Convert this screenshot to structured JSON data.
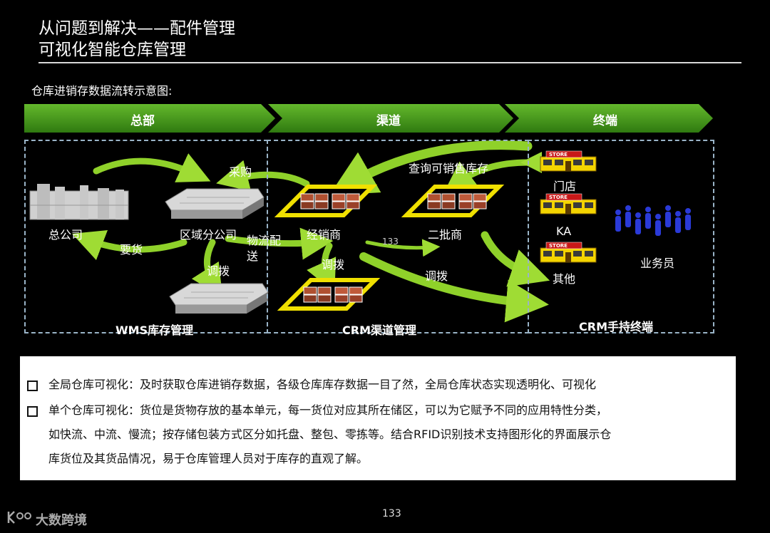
{
  "header": {
    "title_line1": "从问题到解决——配件管理",
    "title_line2": "可视化智能仓库管理"
  },
  "diagram": {
    "subtitle": "仓库进销存数据流转示意图:",
    "bands": [
      "总部",
      "渠道",
      "终端"
    ],
    "nodes": {
      "head_company": "总公司",
      "regional_branch": "区域分公司",
      "dealer": "经销商",
      "second_dealer": "二批商",
      "store": "门店",
      "ka": "KA",
      "others": "其他",
      "salesperson": "业务员"
    },
    "flows": {
      "purchase": "采购",
      "request_goods": "要货",
      "transfer_1": "调拨",
      "logistics": "物流配\n送",
      "transfer_2": "调拨",
      "transfer_3": "调拨",
      "query_stock": "查询可销售库存",
      "stray": "133"
    },
    "systems": {
      "wms": "WMS库存管理",
      "crm_channel": "CRM渠道管理",
      "crm_handheld": "CRM手持终端"
    },
    "store_sign": "STORE"
  },
  "notes": {
    "item1": "全局仓库可视化：及时获取仓库进销存数据，各级仓库库存数据一目了然，全局仓库状态实现透明化、可视化",
    "item2_line1": "单个仓库可视化：货位是货物存放的基本单元，每一货位对应其所在储区，可以为它赋予不同的应用特性分类，",
    "item2_line2": "如快流、中流、慢流；按存储包装方式区分如托盘、整包、零拣等。结合RFID识别技术支持图形化的界面展示仓",
    "item2_line3": "库货位及其货品情况，易于仓库管理人员对于库存的直观了解。"
  },
  "footer": {
    "page_number": "133",
    "logo_text": "大数跨境"
  },
  "colors": {
    "band_green": "#4a9a1e",
    "arrow_green": "#8fd12a",
    "pallet_yellow": "#f0e000",
    "box_border": "#9ab4c8"
  }
}
